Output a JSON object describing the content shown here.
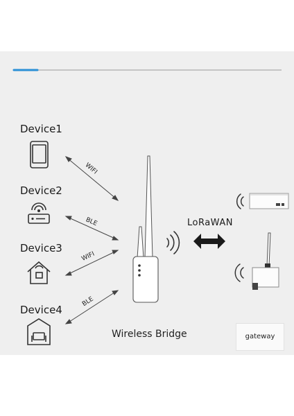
{
  "devices": [
    {
      "label": "Device1",
      "icon": "smartphone-icon",
      "link": "WIFI"
    },
    {
      "label": "Device2",
      "icon": "wifi-router-icon",
      "link": "BLE"
    },
    {
      "label": "Device3",
      "icon": "smart-home-icon",
      "link": "WIFI"
    },
    {
      "label": "Device4",
      "icon": "tv-box-icon",
      "link": "BLE"
    }
  ],
  "bridge": {
    "label": "Wireless Bridge",
    "icon": "wireless-bridge-icon"
  },
  "protocol": {
    "label": "LoRaWAN",
    "icon": "double-arrow-icon"
  },
  "gateway": {
    "label": "gateway",
    "icons": [
      "gateway-module-icon",
      "gateway-antenna-icon"
    ]
  },
  "colors": {
    "accent": "#2a8fd6",
    "background": "#efefef",
    "stroke": "#333333"
  }
}
